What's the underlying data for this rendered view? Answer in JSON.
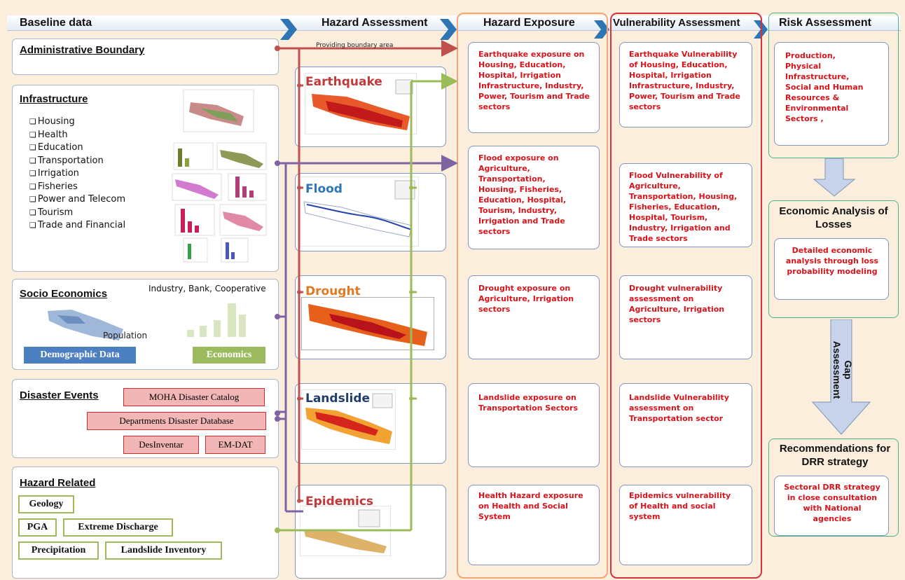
{
  "headers": {
    "baseline": "Baseline data",
    "hazard_assessment": "Hazard Assessment",
    "hazard_exposure": "Hazard Exposure",
    "vulnerability": "Vulnerability Assessment",
    "risk": "Risk Assessment"
  },
  "baseline": {
    "admin_title": "Administrative Boundary",
    "providing": "Providing boundary area",
    "infra_title": "Infrastructure",
    "infra_items": [
      "Housing",
      "Health",
      "Education",
      "Transportation",
      "Irrigation",
      "Fisheries",
      "Power and Telecom",
      "Tourism",
      "Trade and Financial"
    ],
    "socio_title": "Socio Economics",
    "socio_industry": "Industry, Bank, Cooperative",
    "socio_population": "Population",
    "socio_demo": "Demographic Data",
    "socio_econ": "Economics",
    "disaster_title": "Disaster Events",
    "moha": "MOHA Disaster Catalog",
    "departments": "Departments Disaster Database",
    "desinventar": "DesInventar",
    "emdat": "EM-DAT",
    "hazard_title": "Hazard Related",
    "geology": "Geology",
    "pga": "PGA",
    "extreme": "Extreme Discharge",
    "precip": "Precipitation",
    "landslide_inv": "Landslide Inventory"
  },
  "hazards": {
    "earthquake": "Earthquake",
    "flood": "Flood",
    "drought": "Drought",
    "landslide": "Landslide",
    "epidemics": "Epidemics"
  },
  "exposure": {
    "earthquake": "Earthquake exposure on Housing, Education, Hospital, Irrigation Infrastructure, Industry, Power, Tourism and Trade sectors",
    "flood": "Flood exposure on Agriculture, Transportation, Housing, Fisheries, Education, Hospital, Tourism, Industry, Irrigation and Trade sectors",
    "drought": "Drought exposure on Agriculture, Irrigation sectors",
    "landslide": "Landslide exposure on Transportation Sectors",
    "epidemics": "Health Hazard exposure on Health and Social System"
  },
  "vulnerability": {
    "earthquake": "Earthquake Vulnerability of Housing, Education, Hospital, Irrigation Infrastructure, Industry, Power, Tourism and Trade sectors",
    "flood": "Flood Vulnerability of Agriculture, Transportation, Housing, Fisheries, Education, Hospital, Tourism, Industry, Irrigation and Trade sectors",
    "drought": "Drought vulnerability assessment on Agriculture, Irrigation sectors",
    "landslide": "Landslide Vulnerability assessment on Transportation sector",
    "epidemics": "Epidemics vulnerability of Health and social system"
  },
  "risk": {
    "sectors": "Production, Physical Infrastructure, Social and Human Resources & Environmental Sectors ,",
    "econ_title": "Economic Analysis of Losses",
    "econ_detail": "Detailed economic analysis through loss probability modeling",
    "gap": "Gap Assessment",
    "rec_title": "Recommendations for DRR strategy",
    "rec_detail": "Sectoral DRR strategy in close consultation with National agencies"
  },
  "colors": {
    "hazard_red": "#c0393b",
    "flood_blue": "#2e75b6",
    "drought_orange": "#e2781f",
    "landslide_navy": "#1f3d6e",
    "text_red": "#d9131a",
    "connector_red": "#c0504d",
    "connector_purple": "#8064a2",
    "connector_green": "#9bbb59",
    "arrow_blue": "#2e75b6"
  }
}
